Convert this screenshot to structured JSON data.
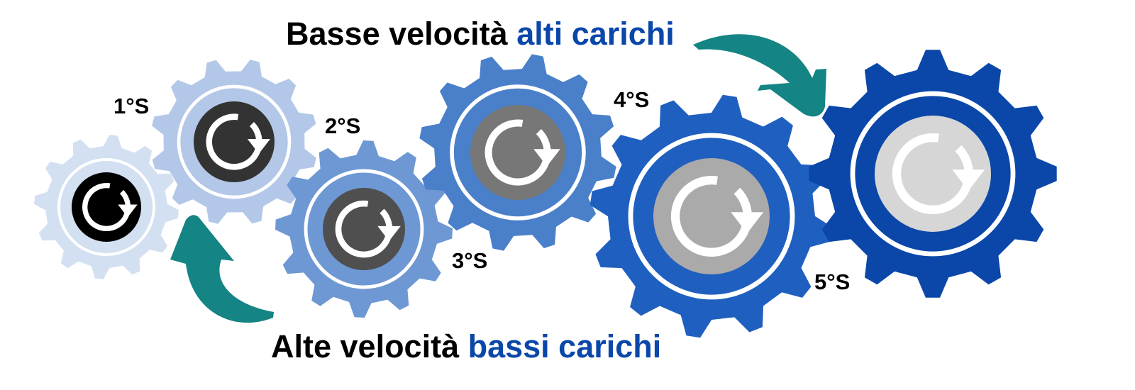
{
  "headings": {
    "top": {
      "part1": "Basse velocità ",
      "part2": "alti carichi"
    },
    "bottom": {
      "part1": "Alte velocità ",
      "part2": "bassi carichi"
    }
  },
  "gears": [
    {
      "label": "1°S",
      "gear_color": "#d3e0f2",
      "hub_color": "#000000"
    },
    {
      "label": "",
      "gear_color": "#b3c7e8",
      "hub_color": "#333333"
    },
    {
      "label": "2°S",
      "gear_color": "#6e98d4",
      "hub_color": "#4f4f4f"
    },
    {
      "label": "3°S",
      "gear_color": "#4a80c9",
      "hub_color": "#777777"
    },
    {
      "label": "4°S",
      "gear_color": "#1f5fbf",
      "hub_color": "#aaaaaa"
    },
    {
      "label": "5°S",
      "gear_color": "#0a47a9",
      "hub_color": "#d6d6d6"
    }
  ],
  "colors": {
    "arrow": "#148484",
    "accent_text": "#0a47a9",
    "ring": "#ffffff"
  },
  "icons": {
    "arrows": "curved-arrow-icon",
    "hub": "rotate-clockwise-icon"
  }
}
